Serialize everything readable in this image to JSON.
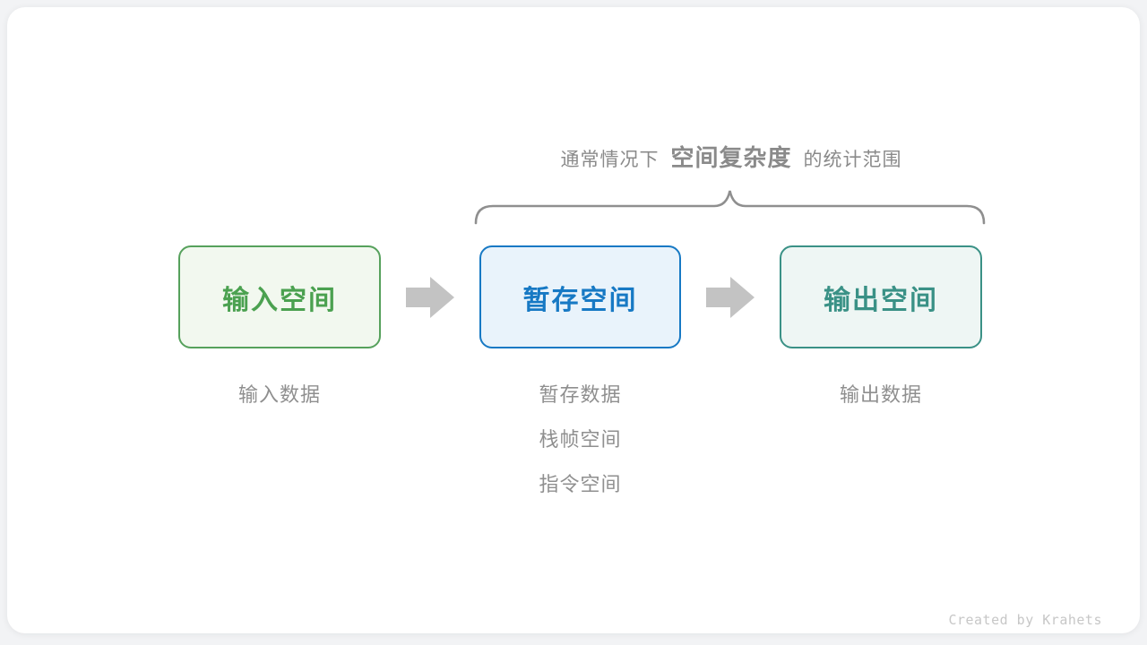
{
  "annotation": {
    "prefix": "通常情况下",
    "highlight": "空间复杂度",
    "suffix": "的统计范围"
  },
  "boxes": [
    {
      "label": "输入空间",
      "border_color": "#56a15c",
      "fill_color": "#f2f8ef",
      "text_color": "#4ba150",
      "notes": [
        "输入数据"
      ]
    },
    {
      "label": "暂存空间",
      "border_color": "#1779c4",
      "fill_color": "#e9f3fb",
      "text_color": "#1779c4",
      "notes": [
        "暂存数据",
        "栈帧空间",
        "指令空间"
      ]
    },
    {
      "label": "输出空间",
      "border_color": "#3a9186",
      "fill_color": "#eef6f4",
      "text_color": "#3a9186",
      "notes": [
        "输出数据"
      ]
    }
  ],
  "colors": {
    "annotation_text": "#8a8a8a",
    "brace_stroke": "#8f8f8f",
    "arrow_fill": "#c3c3c3",
    "note_text": "#8f8f8f",
    "credit_text": "#c7c7c7",
    "canvas_background": "#f2f3f5",
    "card_background": "#ffffff"
  },
  "credit": "Created by Krahets"
}
